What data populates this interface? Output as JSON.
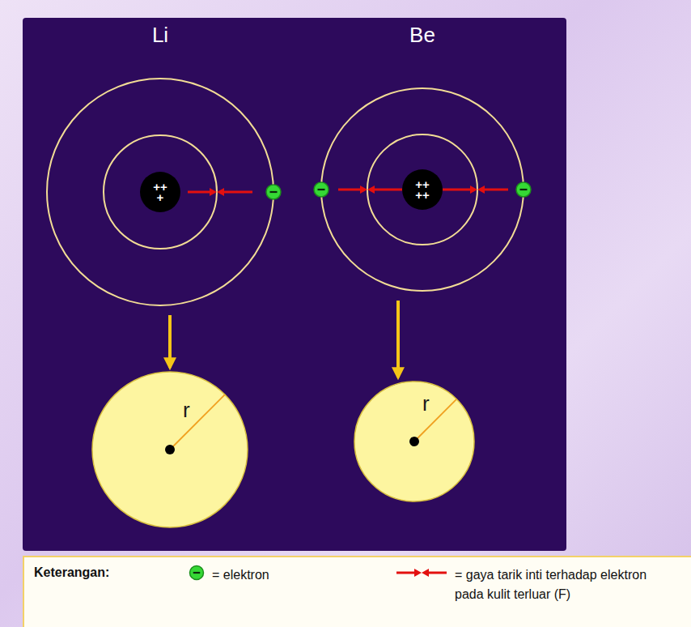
{
  "diagram": {
    "nodes": [
      {
        "text": [
          "Li"
        ]
      },
      {
        "text": [
          "Be"
        ]
      },
      {
        "text": [
          "++ +"
        ],
        "in": 0
      },
      {
        "text": [
          "++ ++"
        ],
        "in": 1
      },
      {
        "text": [
          "r"
        ]
      },
      {
        "text": [
          "r"
        ]
      }
    ],
    "edges": [
      {
        "from": 0,
        "to": 4,
        "arrow": "to"
      },
      {
        "from": 1,
        "to": 5,
        "arrow": "to"
      }
    ],
    "labels": [
      "Keterangan:"
    ],
    "legend": [
      {
        "text": "= elektron"
      },
      {
        "text": "= gaya tarik inti terhadap elektron pada kulit terluar (F)"
      }
    ]
  }
}
